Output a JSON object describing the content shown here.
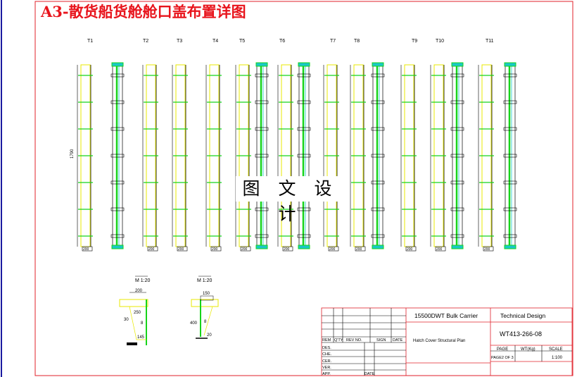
{
  "title": "A3-散货船货舱舱口盖布置详图",
  "panels": [
    {
      "label": "T1",
      "green": true
    },
    {
      "label": "T2",
      "green": false
    },
    {
      "label": "T3",
      "green": false
    },
    {
      "label": "T4",
      "green": false
    },
    {
      "label": "T5",
      "green": true
    },
    {
      "label": "T6",
      "green": true
    },
    {
      "label": "T7",
      "green": false
    },
    {
      "label": "T8",
      "green": true
    },
    {
      "label": "T9",
      "green": false
    },
    {
      "label": "T10",
      "green": true
    },
    {
      "label": "T11",
      "green": true
    }
  ],
  "dims": {
    "overall": "1790",
    "width": "200"
  },
  "details": [
    {
      "scale": "M 1:20",
      "dims": [
        "200",
        "30",
        "250",
        "8",
        "145"
      ]
    },
    {
      "scale": "M 1:20",
      "dims": [
        "150",
        "400",
        "8",
        "20"
      ]
    }
  ],
  "watermark": "图 文 设 计",
  "title_block": {
    "ship": "15500DWT  Bulk Carrier",
    "drawing": "Hatch Cover Structural Plan",
    "company": "Technical  Design",
    "number": "WT413-266-08",
    "rev_headers": [
      "REM",
      "Q'TY",
      "REV NO.",
      "SIGN",
      "DATE"
    ],
    "roles": [
      "DES.",
      "CHE.",
      "CER.",
      "VER.",
      "APP."
    ],
    "date_label": "DATE",
    "page_label": "PAGE",
    "weight_label": "WT(Kg)",
    "scale_label": "SCALE",
    "page_value": "PAGE2 OF 3",
    "scale_value": "1:100"
  },
  "colors": {
    "title": "#e8141c",
    "frame": "#e0202a",
    "left_rule": "#1a1aa0",
    "plate": "#e8e800",
    "stiffener": "#16d41a",
    "accent": "#19c8c8"
  }
}
